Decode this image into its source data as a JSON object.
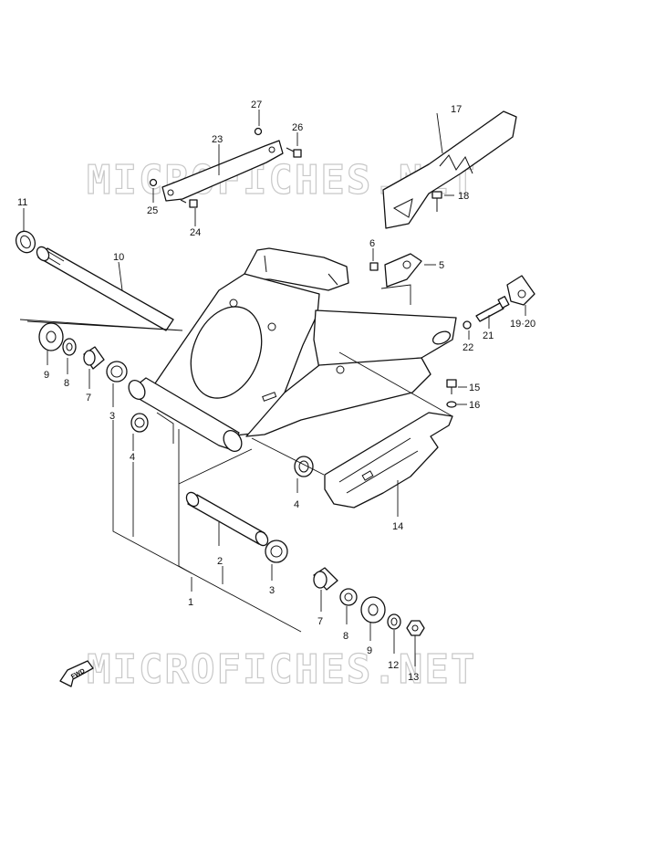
{
  "watermark": "MICROFICHES.NET",
  "fwd_label": "FWD",
  "callouts": {
    "p1": "1",
    "p2": "2",
    "p3a": "3",
    "p3b": "3",
    "p4a": "4",
    "p4b": "4",
    "p5": "5",
    "p6": "6",
    "p7a": "7",
    "p7b": "7",
    "p8a": "8",
    "p8b": "8",
    "p9a": "9",
    "p9b": "9",
    "p10": "10",
    "p11": "11",
    "p12": "12",
    "p13": "13",
    "p14": "14",
    "p15": "15",
    "p16": "16",
    "p17": "17",
    "p18": "18",
    "p1920": "19·20",
    "p21": "21",
    "p22": "22",
    "p23": "23",
    "p24": "24",
    "p25": "25",
    "p26": "26",
    "p27": "27"
  },
  "colors": {
    "line": "#111111",
    "watermark": "#c8c8c8",
    "background": "#ffffff"
  }
}
